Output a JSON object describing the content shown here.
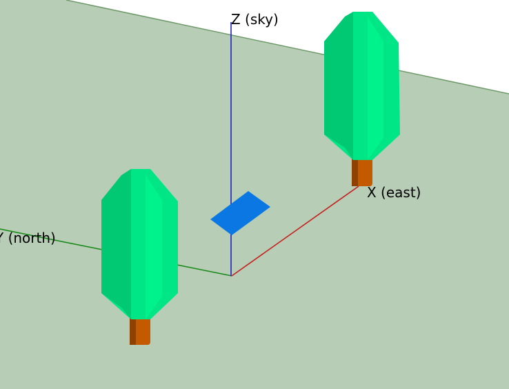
{
  "scene": {
    "ground_color": "#b7cdb5",
    "ground_edge_color": "#6e9a6a",
    "sky_color": "#ffffff"
  },
  "axes": {
    "z": {
      "label": "Z (sky)",
      "color": "#1f1fbf"
    },
    "x": {
      "label": "X (east)",
      "color": "#c41e1e"
    },
    "y": {
      "label": "Y (north)",
      "color": "#1a8a1a"
    }
  },
  "objects": {
    "marker": {
      "color": "#0a77e2"
    },
    "tree_foliage": {
      "light": "#00f28c",
      "mid": "#00e585",
      "dark": "#00c873"
    },
    "tree_trunk": {
      "light": "#c35a00",
      "dark": "#8e4100"
    }
  }
}
